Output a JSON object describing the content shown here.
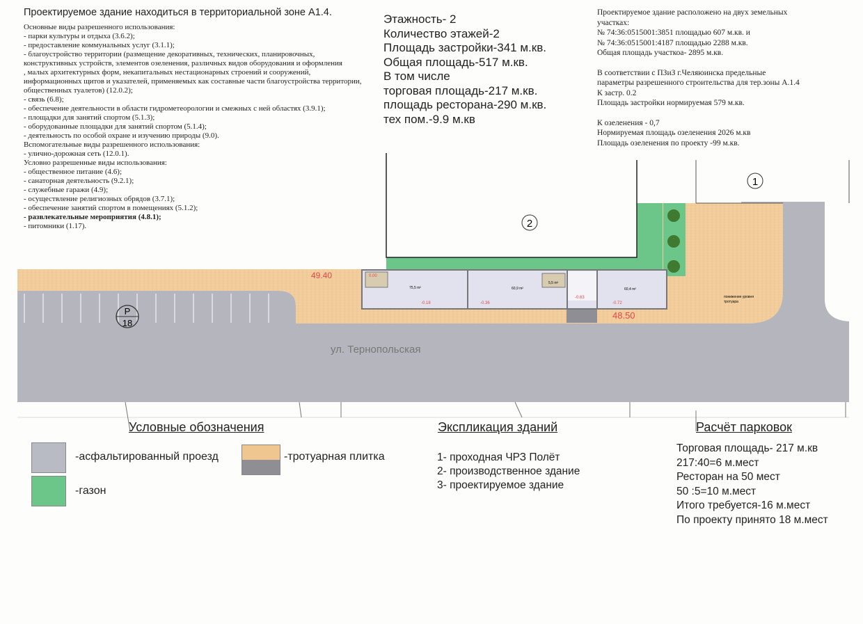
{
  "zone_title": "Проектируемое здание находиться в территориальной зоне А1.4.",
  "permitted_uses": [
    {
      "text": "Основные виды разрешенного использования:",
      "bold": false
    },
    {
      "text": "- парки культуры и отдыха (3.6.2);",
      "bold": false
    },
    {
      "text": "- предоставление коммунальных услуг (3.1.1);",
      "bold": false
    },
    {
      "text": "- благоустройство территории (размещение декоративных, технических, планировочных,",
      "bold": false
    },
    {
      "text": " конструктивных устройств, элементов озеленения, различных видов оборудования и оформления",
      "bold": false
    },
    {
      "text": ", малых архитектурных форм, некапитальных нестационарных строений и сооружений,",
      "bold": false
    },
    {
      "text": "информационных щитов и указателей, применяемых как составные части благоустройства территории,",
      "bold": false
    },
    {
      "text": " общественных туалетов) (12.0.2);",
      "bold": false
    },
    {
      "text": "- связь (6.8);",
      "bold": false
    },
    {
      "text": "- обеспечение деятельности в области гидрометеорологии и смежных с ней областях (3.9.1);",
      "bold": false
    },
    {
      "text": "- площадки для занятий спортом (5.1.3);",
      "bold": false
    },
    {
      "text": "- оборудованные площадки для занятий спортом (5.1.4);",
      "bold": false
    },
    {
      "text": "- деятельность по особой охране и изучению природы (9.0).",
      "bold": false
    },
    {
      "text": "Вспомогательные виды разрешенного использования:",
      "bold": false
    },
    {
      "text": "- улично-дорожная сеть (12.0.1).",
      "bold": false
    },
    {
      "text": "Условно разрешенные виды использования:",
      "bold": false
    },
    {
      "text": "- общественное питание (4.6);",
      "bold": false
    },
    {
      "text": "- санаторная деятельность (9.2.1);",
      "bold": false
    },
    {
      "text": "- служебные гаражи (4.9);",
      "bold": false
    },
    {
      "text": "- осуществление религиозных обрядов (3.7.1);",
      "bold": false
    },
    {
      "text": "- обеспечение занятий спортом в помещениях (5.1.2);",
      "bold": false
    },
    {
      "text": "- развлекательные мероприятия (4.8.1);",
      "bold": true
    },
    {
      "text": "- питомники (1.17).",
      "bold": false
    }
  ],
  "building_info": [
    "Этажность- 2",
    "Количество этажей-2",
    "Площадь застройки-341 м.кв.",
    " Общая площадь-517 м.кв.",
    " В том числе",
    "торговая площадь-217 м.кв.",
    "площадь ресторана-290 м.кв.",
    "тех пом.-9.9 м.кв"
  ],
  "plot_info": [
    "Проектируемое здание расположено на двух земельных",
    "участках:",
    "№ 74:36:0515001:3851 площадью 607 м.кв.  и",
    "№ 74:36:0515001:4187 площадью 2288 м.кв.",
    "Общая площадь участкоа- 2895 м.кв.",
    "",
    "В соответствии с ПЗиЗ г.Челяюинска  предельные",
    " параметры разрешенного строительства для тер.зоны А.1.4",
    " К застр. 0.2",
    "Площадь застройки нормируемая 579 м.кв.",
    "",
    "К озеленения - 0,7",
    "Нормируемая  площадь озеленения 2026 м.кв",
    "Площадь озеленения по проекту -99 м.кв."
  ],
  "plan": {
    "street": "ул. Тернопольская",
    "parking_symbol": "P",
    "parking_count": "18",
    "building_1": "1",
    "building_2": "2",
    "elevation_left": "49.40",
    "elevation_right": "48.50",
    "curb_note_1": "понижение уровня",
    "curb_note_2": "тротуара",
    "rooms": [
      "75,5 m²",
      "60,9 m²",
      "5,5 m²",
      "60,4 m²"
    ],
    "levels": [
      "0.00",
      "-0.18",
      "-0.36",
      "-0.63",
      "-0.72"
    ],
    "colors": {
      "paving": "#f3cf9f",
      "asphalt": "#b4b5bd",
      "lawn": "#6cc68a",
      "building": "#e2e2ee",
      "level": "#e0484a"
    }
  },
  "legend": {
    "title": "Условные обозначения",
    "asphalt": "-асфальтированный проезд",
    "paving": "-тротуарная плитка",
    "lawn": "-газон"
  },
  "explication": {
    "title": "Экспликация зданий",
    "items": [
      "1- проходная ЧРЗ Полёт",
      "2- производственное здание",
      "3- проектируемое здание"
    ]
  },
  "parking_calc": {
    "title": "Расчёт парковок",
    "lines": [
      "Торговая площадь- 217 м.кв",
      " 217:40=6 м.мест",
      " Ресторан на 50 мест",
      "50 :5=10 м.мест",
      "Итого требуется-16 м.мест",
      " По проекту принято 18 м.мест"
    ]
  }
}
